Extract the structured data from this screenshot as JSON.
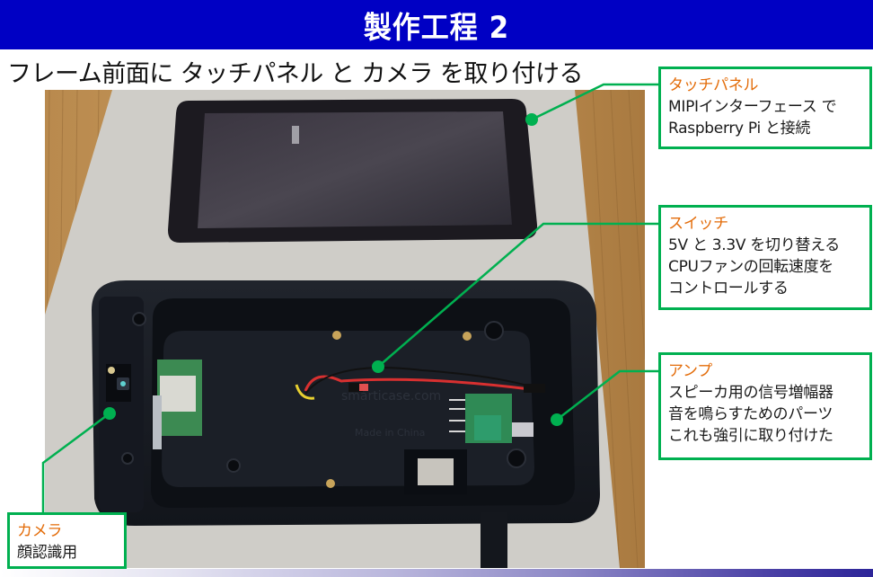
{
  "slide": {
    "title": "製作工程 2",
    "subtitle": "フレーム前面に タッチパネル と カメラ を取り付ける"
  },
  "colors": {
    "title_bar": "#0000c4",
    "callout_border": "#00b050",
    "callout_heading": "#e36c09",
    "connector": "#00b050"
  },
  "photo": {
    "description": "Raspberry Pi touch panel placed above an open black SmartiCase frame containing camera module, switch wiring and amplifier board",
    "case_embossed_text": [
      "smarticase.com",
      "Made in China"
    ]
  },
  "callouts": [
    {
      "id": "touch-panel",
      "heading": "タッチパネル",
      "lines": [
        "MIPIインターフェース で",
        "Raspberry Pi と接続"
      ]
    },
    {
      "id": "switch",
      "heading": "スイッチ",
      "lines": [
        "5V と 3.3V を切り替える",
        "CPUファンの回転速度を",
        "コントロールする"
      ]
    },
    {
      "id": "amp",
      "heading": "アンプ",
      "lines": [
        "スピーカ用の信号増幅器",
        "音を鳴らすためのパーツ",
        "これも強引に取り付けた"
      ]
    },
    {
      "id": "camera",
      "heading": "カメラ",
      "lines": [
        "顔認識用"
      ]
    }
  ]
}
